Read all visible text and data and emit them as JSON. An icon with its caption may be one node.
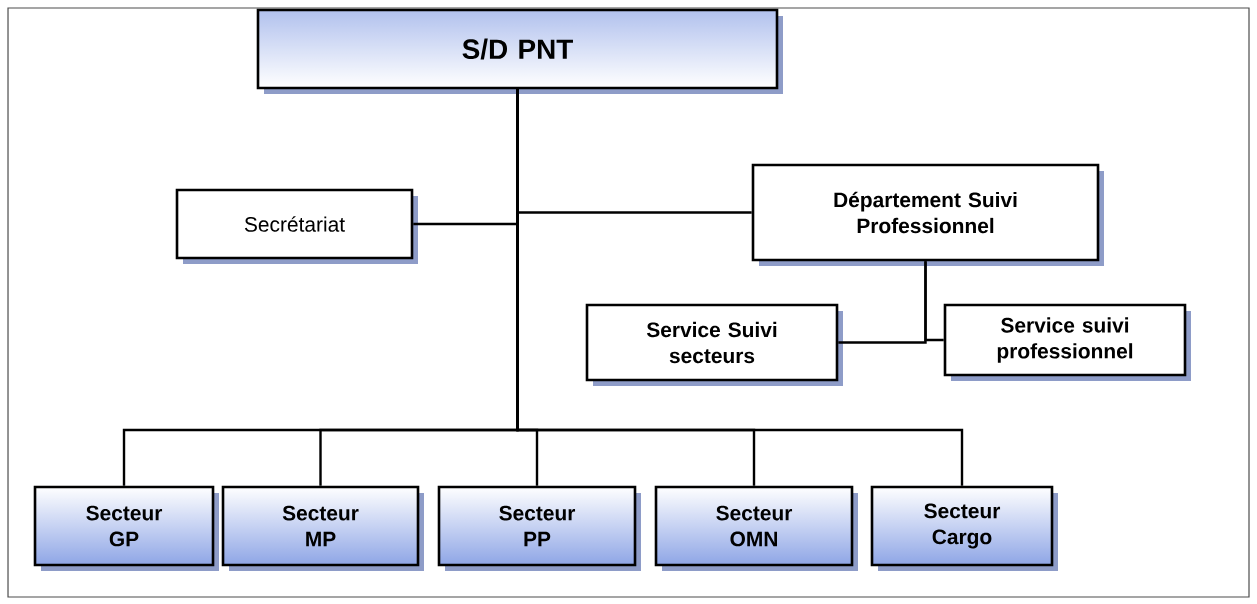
{
  "diagram": {
    "nodes": [
      {
        "text": [
          "S/D PNT"
        ]
      },
      {
        "text": [
          "Secrétariat"
        ]
      },
      {
        "text": [
          "Département Suivi Professionnel"
        ]
      },
      {
        "text": [
          "Service Suivi secteurs"
        ]
      },
      {
        "text": [
          "Service suivi professionnel"
        ]
      },
      {
        "text": [
          "Secteur GP"
        ]
      },
      {
        "text": [
          "Secteur MP"
        ]
      },
      {
        "text": [
          "Secteur PP"
        ]
      },
      {
        "text": [
          "Secteur OMN"
        ]
      },
      {
        "text": [
          "Secteur Cargo"
        ]
      }
    ],
    "edges": [
      {
        "from": 0,
        "to": 1,
        "arrow": "none"
      },
      {
        "from": 0,
        "to": 2,
        "arrow": "none"
      },
      {
        "from": 2,
        "to": 3,
        "arrow": "none"
      },
      {
        "from": 2,
        "to": 4,
        "arrow": "none"
      },
      {
        "from": 0,
        "to": 5,
        "arrow": "none"
      },
      {
        "from": 0,
        "to": 6,
        "arrow": "none"
      },
      {
        "from": 0,
        "to": 7,
        "arrow": "none"
      },
      {
        "from": 0,
        "to": 8,
        "arrow": "none"
      },
      {
        "from": 0,
        "to": 9,
        "arrow": "none"
      }
    ]
  }
}
